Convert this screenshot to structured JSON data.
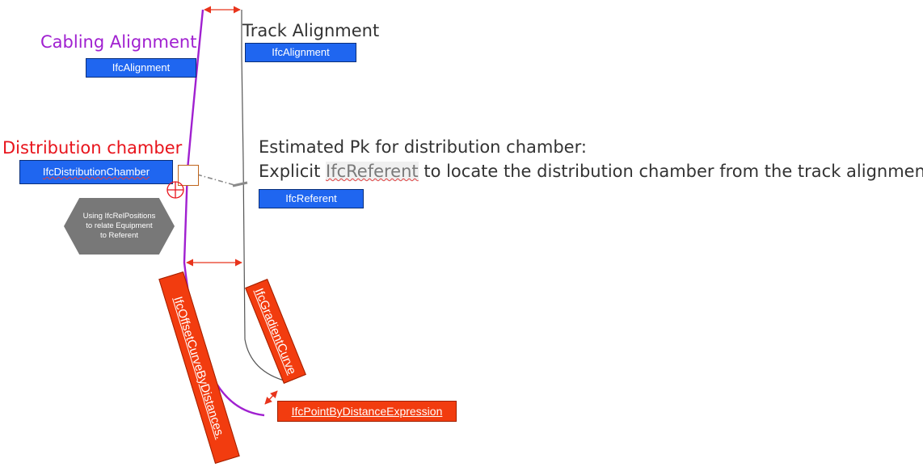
{
  "titles": {
    "cabling": "Cabling Alignment",
    "track": "Track Alignment",
    "distribution": "Distribution chamber",
    "estimate": "Estimated Pk for distribution chamber:",
    "explicit_before": "Explicit ",
    "explicit_highlight": "IfcReferent",
    "explicit_after": " to locate the distribution chamber from the track alignment"
  },
  "entities": {
    "cabling_alignment": "IfcAlignment",
    "track_alignment": "IfcAlignment",
    "distribution_chamber": "IfcDistributionChamber",
    "referent": "IfcReferent"
  },
  "note": "Using IfcRelPositions to relate Equipment to Referent",
  "curves": {
    "offset_curve": "IfcOffsetCurveByDistances.",
    "gradient_curve": "IfcGradientCurve",
    "point_by_distance": "IfcPointByDistanceExpression"
  },
  "colors": {
    "cabling": "#a020d0",
    "track": "#333333",
    "distribution": "#e8141c",
    "entity_box": "#1f66f0",
    "curve_box": "#f23c0f",
    "note_box": "#787878",
    "arrow": "#e8341c"
  }
}
